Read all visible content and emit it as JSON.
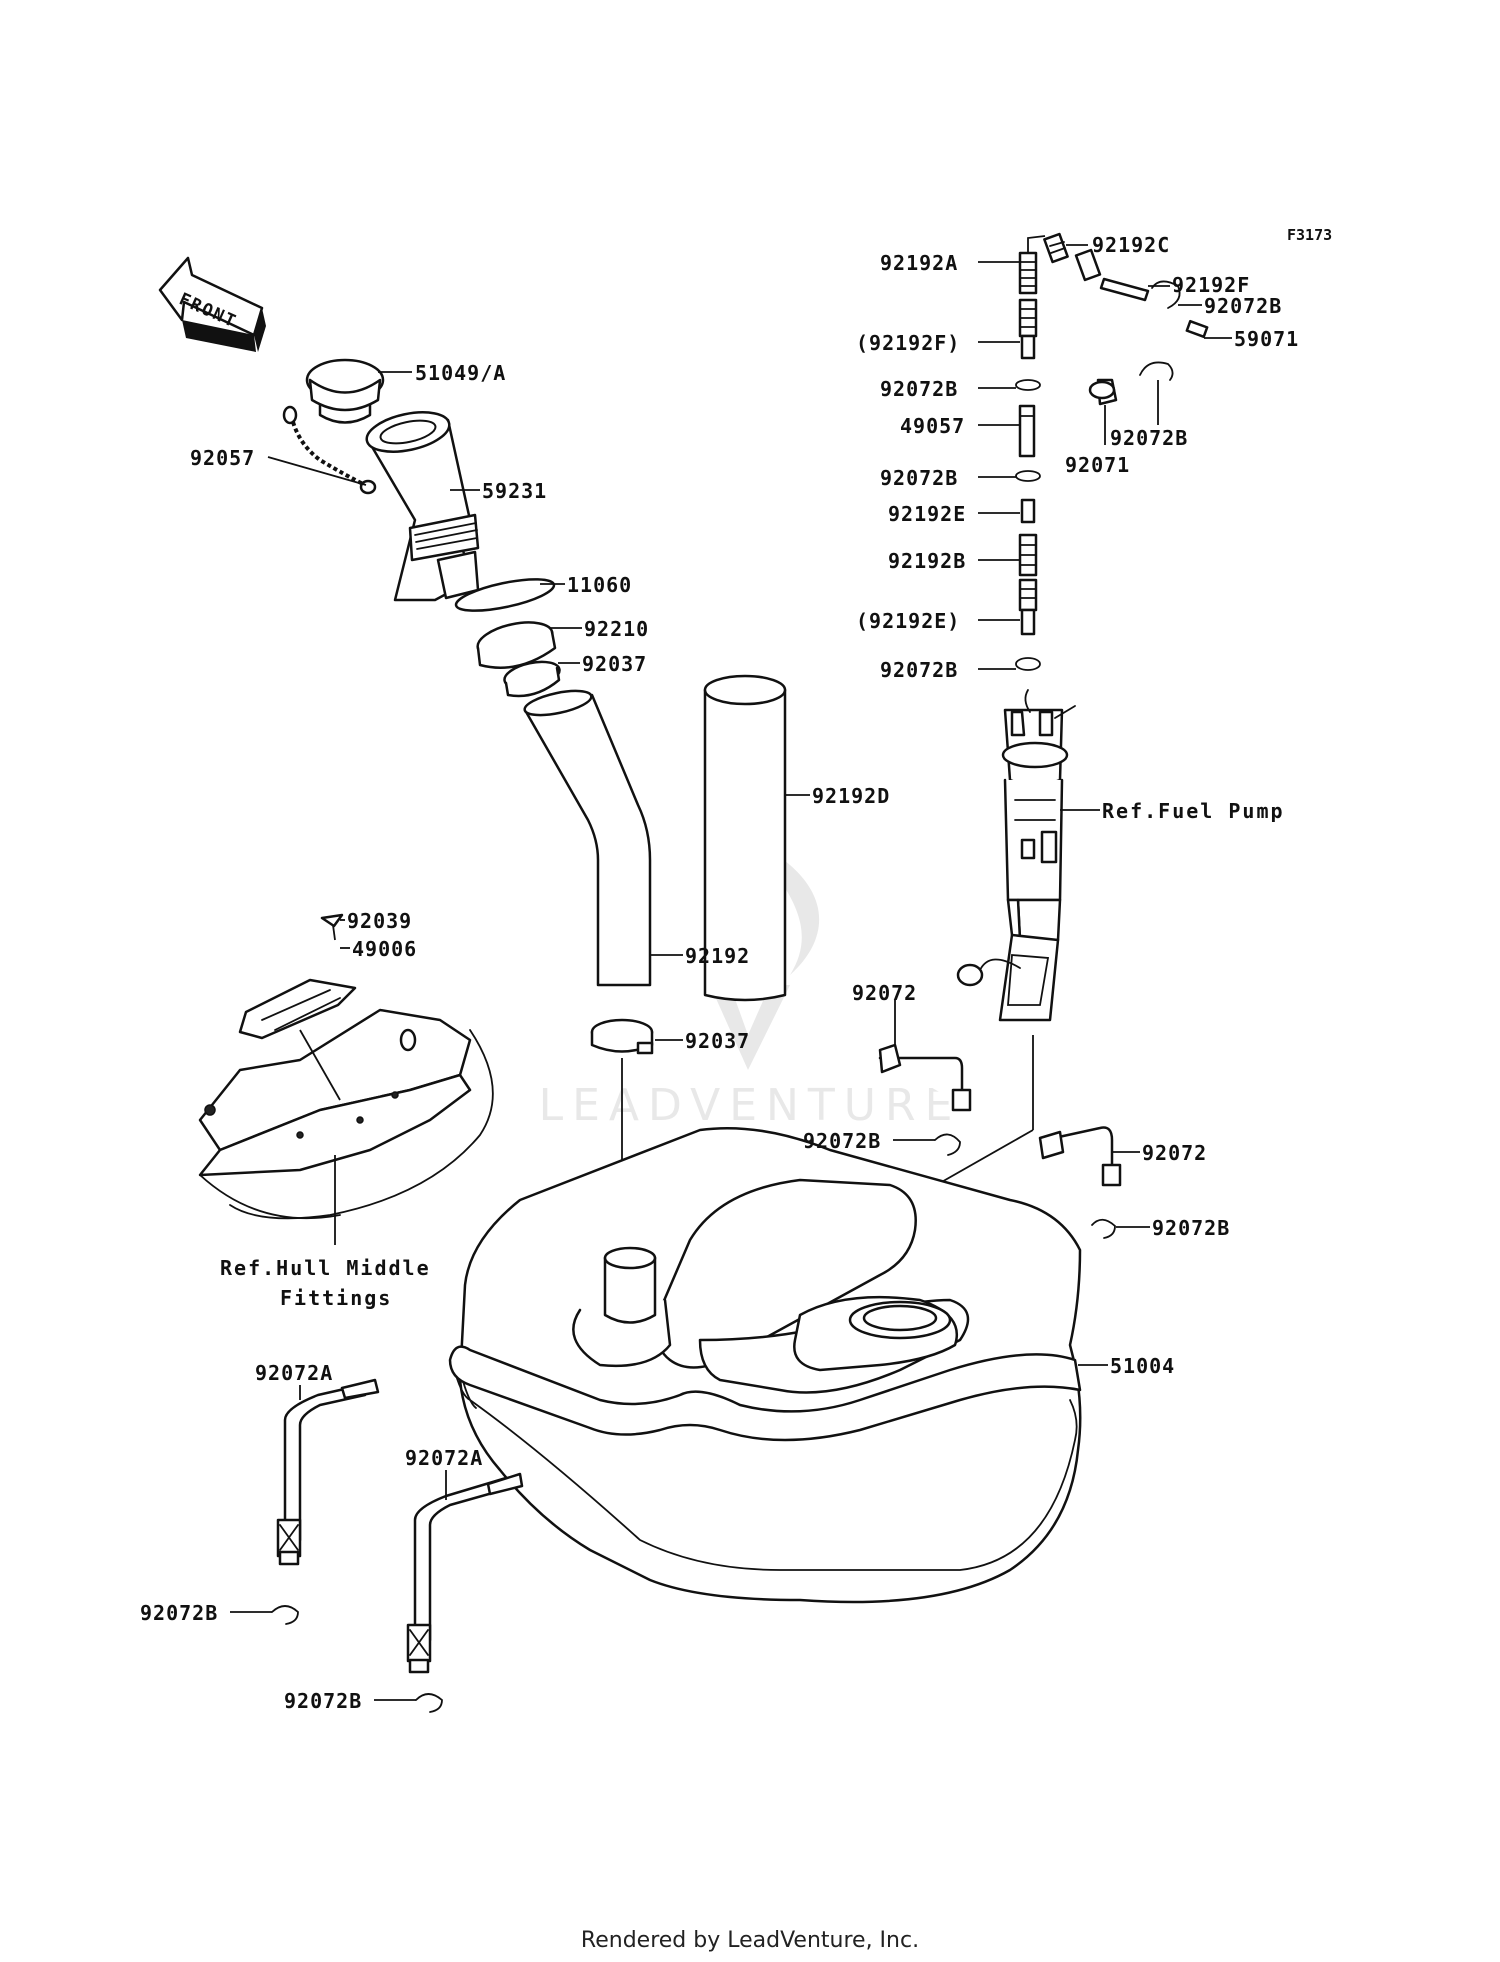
{
  "diagram": {
    "figure_code": "F3173",
    "direction_label": "FRONT",
    "watermark": "LEADVENTURE",
    "part_labels": [
      "92192C",
      "92192A",
      "92192F",
      "92072B",
      "59071",
      "(92192F)",
      "51049/A",
      "92072B",
      "92057",
      "49057",
      "92072B",
      "92071",
      "59231",
      "92072B",
      "92192E",
      "92192B",
      "11060",
      "(92192E)",
      "92210",
      "92037",
      "92072B",
      "92192D",
      "92039",
      "49006",
      "92192",
      "92072",
      "92037",
      "92072B",
      "92072",
      "92072B",
      "51004",
      "92072A",
      "92072A",
      "92072B",
      "92072B"
    ],
    "refs": {
      "fuel_pump": "Ref.Fuel Pump",
      "hull_line1": "Ref.Hull Middle",
      "hull_line2": "Fittings"
    }
  },
  "footer": {
    "text": "Rendered by LeadVenture, Inc."
  }
}
